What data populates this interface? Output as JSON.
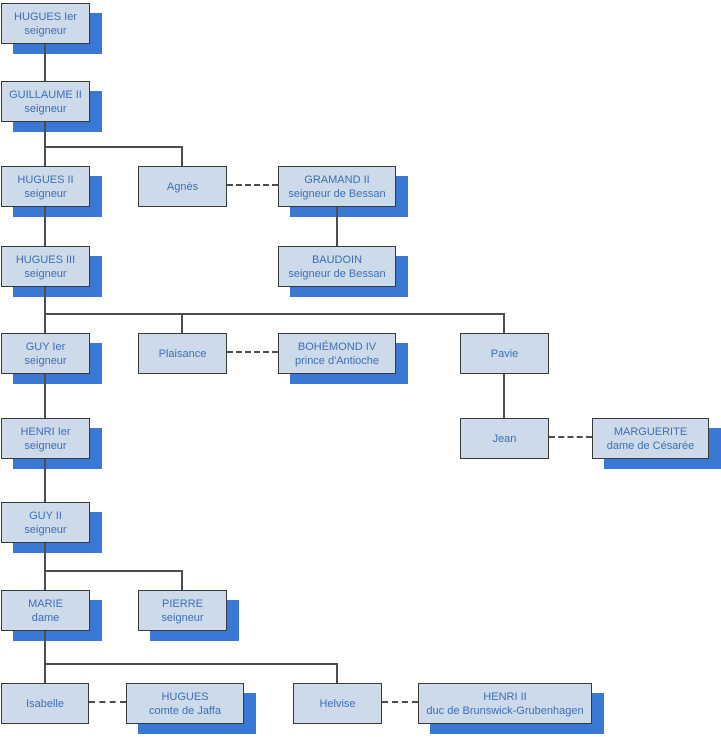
{
  "colors": {
    "bg": "#ffffff",
    "box-fill": "#ccdaea",
    "box-border": "#3a3a3a",
    "box-shadow": "#3a78d6",
    "text": "#3e6eb8",
    "line": "#4d4d4d"
  },
  "nodes": [
    {
      "name": "HUGUES Ier",
      "title": "seigneur"
    },
    {
      "name": "GUILLAUME II",
      "title": "seigneur"
    },
    {
      "name": "HUGUES II",
      "title": "seigneur"
    },
    {
      "name": "Agnès",
      "title": ""
    },
    {
      "name": "GRAMAND II",
      "title": "seigneur de Bessan"
    },
    {
      "name": "HUGUES III",
      "title": "seigneur"
    },
    {
      "name": "BAUDOIN",
      "title": "seigneur de Bessan"
    },
    {
      "name": "GUY Ier",
      "title": "seigneur"
    },
    {
      "name": "Plaisance",
      "title": ""
    },
    {
      "name": "BOHÉMOND IV",
      "title": "prince d'Antioche"
    },
    {
      "name": "Pavie",
      "title": ""
    },
    {
      "name": "HENRI Ier",
      "title": "seigneur"
    },
    {
      "name": "Jean",
      "title": ""
    },
    {
      "name": "MARGUERITE",
      "title": "dame de Césarée"
    },
    {
      "name": "GUY II",
      "title": "seigneur"
    },
    {
      "name": "MARIE",
      "title": "dame"
    },
    {
      "name": "PIERRE",
      "title": "seigneur"
    },
    {
      "name": "Isabelle",
      "title": ""
    },
    {
      "name": "HUGUES",
      "title": "comte de Jaffa"
    },
    {
      "name": "Helvise",
      "title": ""
    },
    {
      "name": "HENRI II",
      "title": "duc de Brunswick-Grubenhagen"
    }
  ]
}
